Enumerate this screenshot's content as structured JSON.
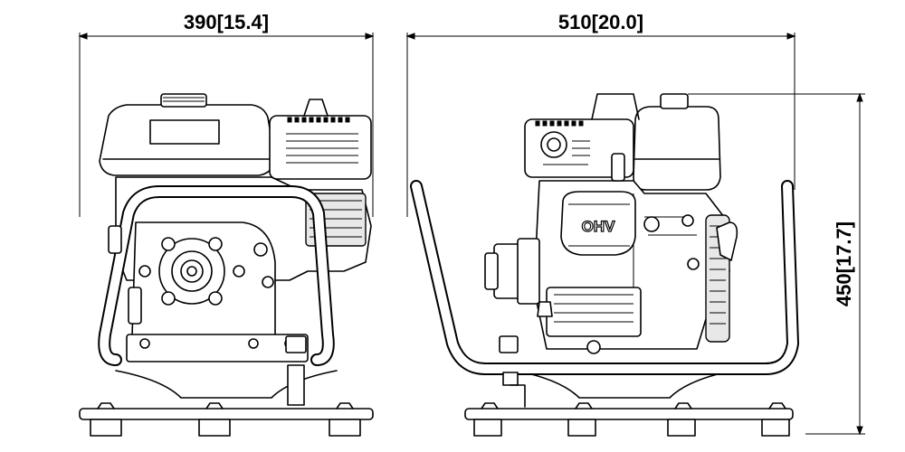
{
  "dimensions": {
    "front_width": "390[15.4]",
    "side_width": "510[20.0]",
    "height": "450[17.7]"
  },
  "labels": {
    "engine_badge": "OHV"
  }
}
